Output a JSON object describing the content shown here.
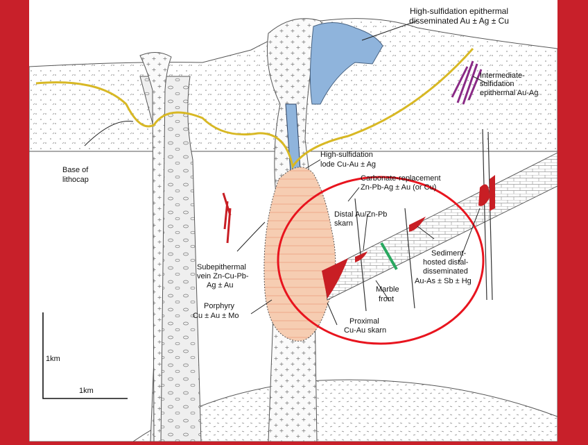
{
  "labels": {
    "high_sulf_epithermal": [
      "High-sulfidation epithermal",
      "disseminated Au ± Ag ± Cu"
    ],
    "intermediate_sulf": [
      "Intermediate-",
      "sulfidation",
      "epithermal Au-Ag"
    ],
    "base_lithocap": [
      "Base of",
      "lithocap"
    ],
    "high_sulf_lode": [
      "High-sulfidation",
      "lode Cu-Au ± Ag"
    ],
    "carbonate_replacement": [
      "Carbonate-replacement",
      "Zn-Pb-Ag ± Au (or Cu)"
    ],
    "distal_skarn": [
      "Distal Au/Zn-Pb",
      "skarn"
    ],
    "sediment_hosted": [
      "Sediment-",
      "hosted distal-",
      "disseminated",
      "Au-As ± Sb ± Hg"
    ],
    "subepithermal_vein": [
      "Subepithermal",
      "vein Zn-Cu-Pb-",
      "Ag ± Au"
    ],
    "porphyry": [
      "Porphyry",
      "Cu ± Au ± Mo"
    ],
    "marble_front": [
      "Marble",
      "front"
    ],
    "proximal_skarn": [
      "Proximal",
      "Cu-Au skarn"
    ]
  },
  "scale_bar": {
    "vertical_label": "1km",
    "horizontal_label": "1km"
  },
  "colors": {
    "slide_red": "#c8202a",
    "lithocap_line": "#d8b824",
    "blue_ore": "#8fb4dc",
    "porphyry_fill": "#f6cdb2",
    "red_ore": "#c81e24",
    "purple_vein": "#8a2a86",
    "marble_front": "#2aa860",
    "highlight_circle": "#e8141e"
  }
}
